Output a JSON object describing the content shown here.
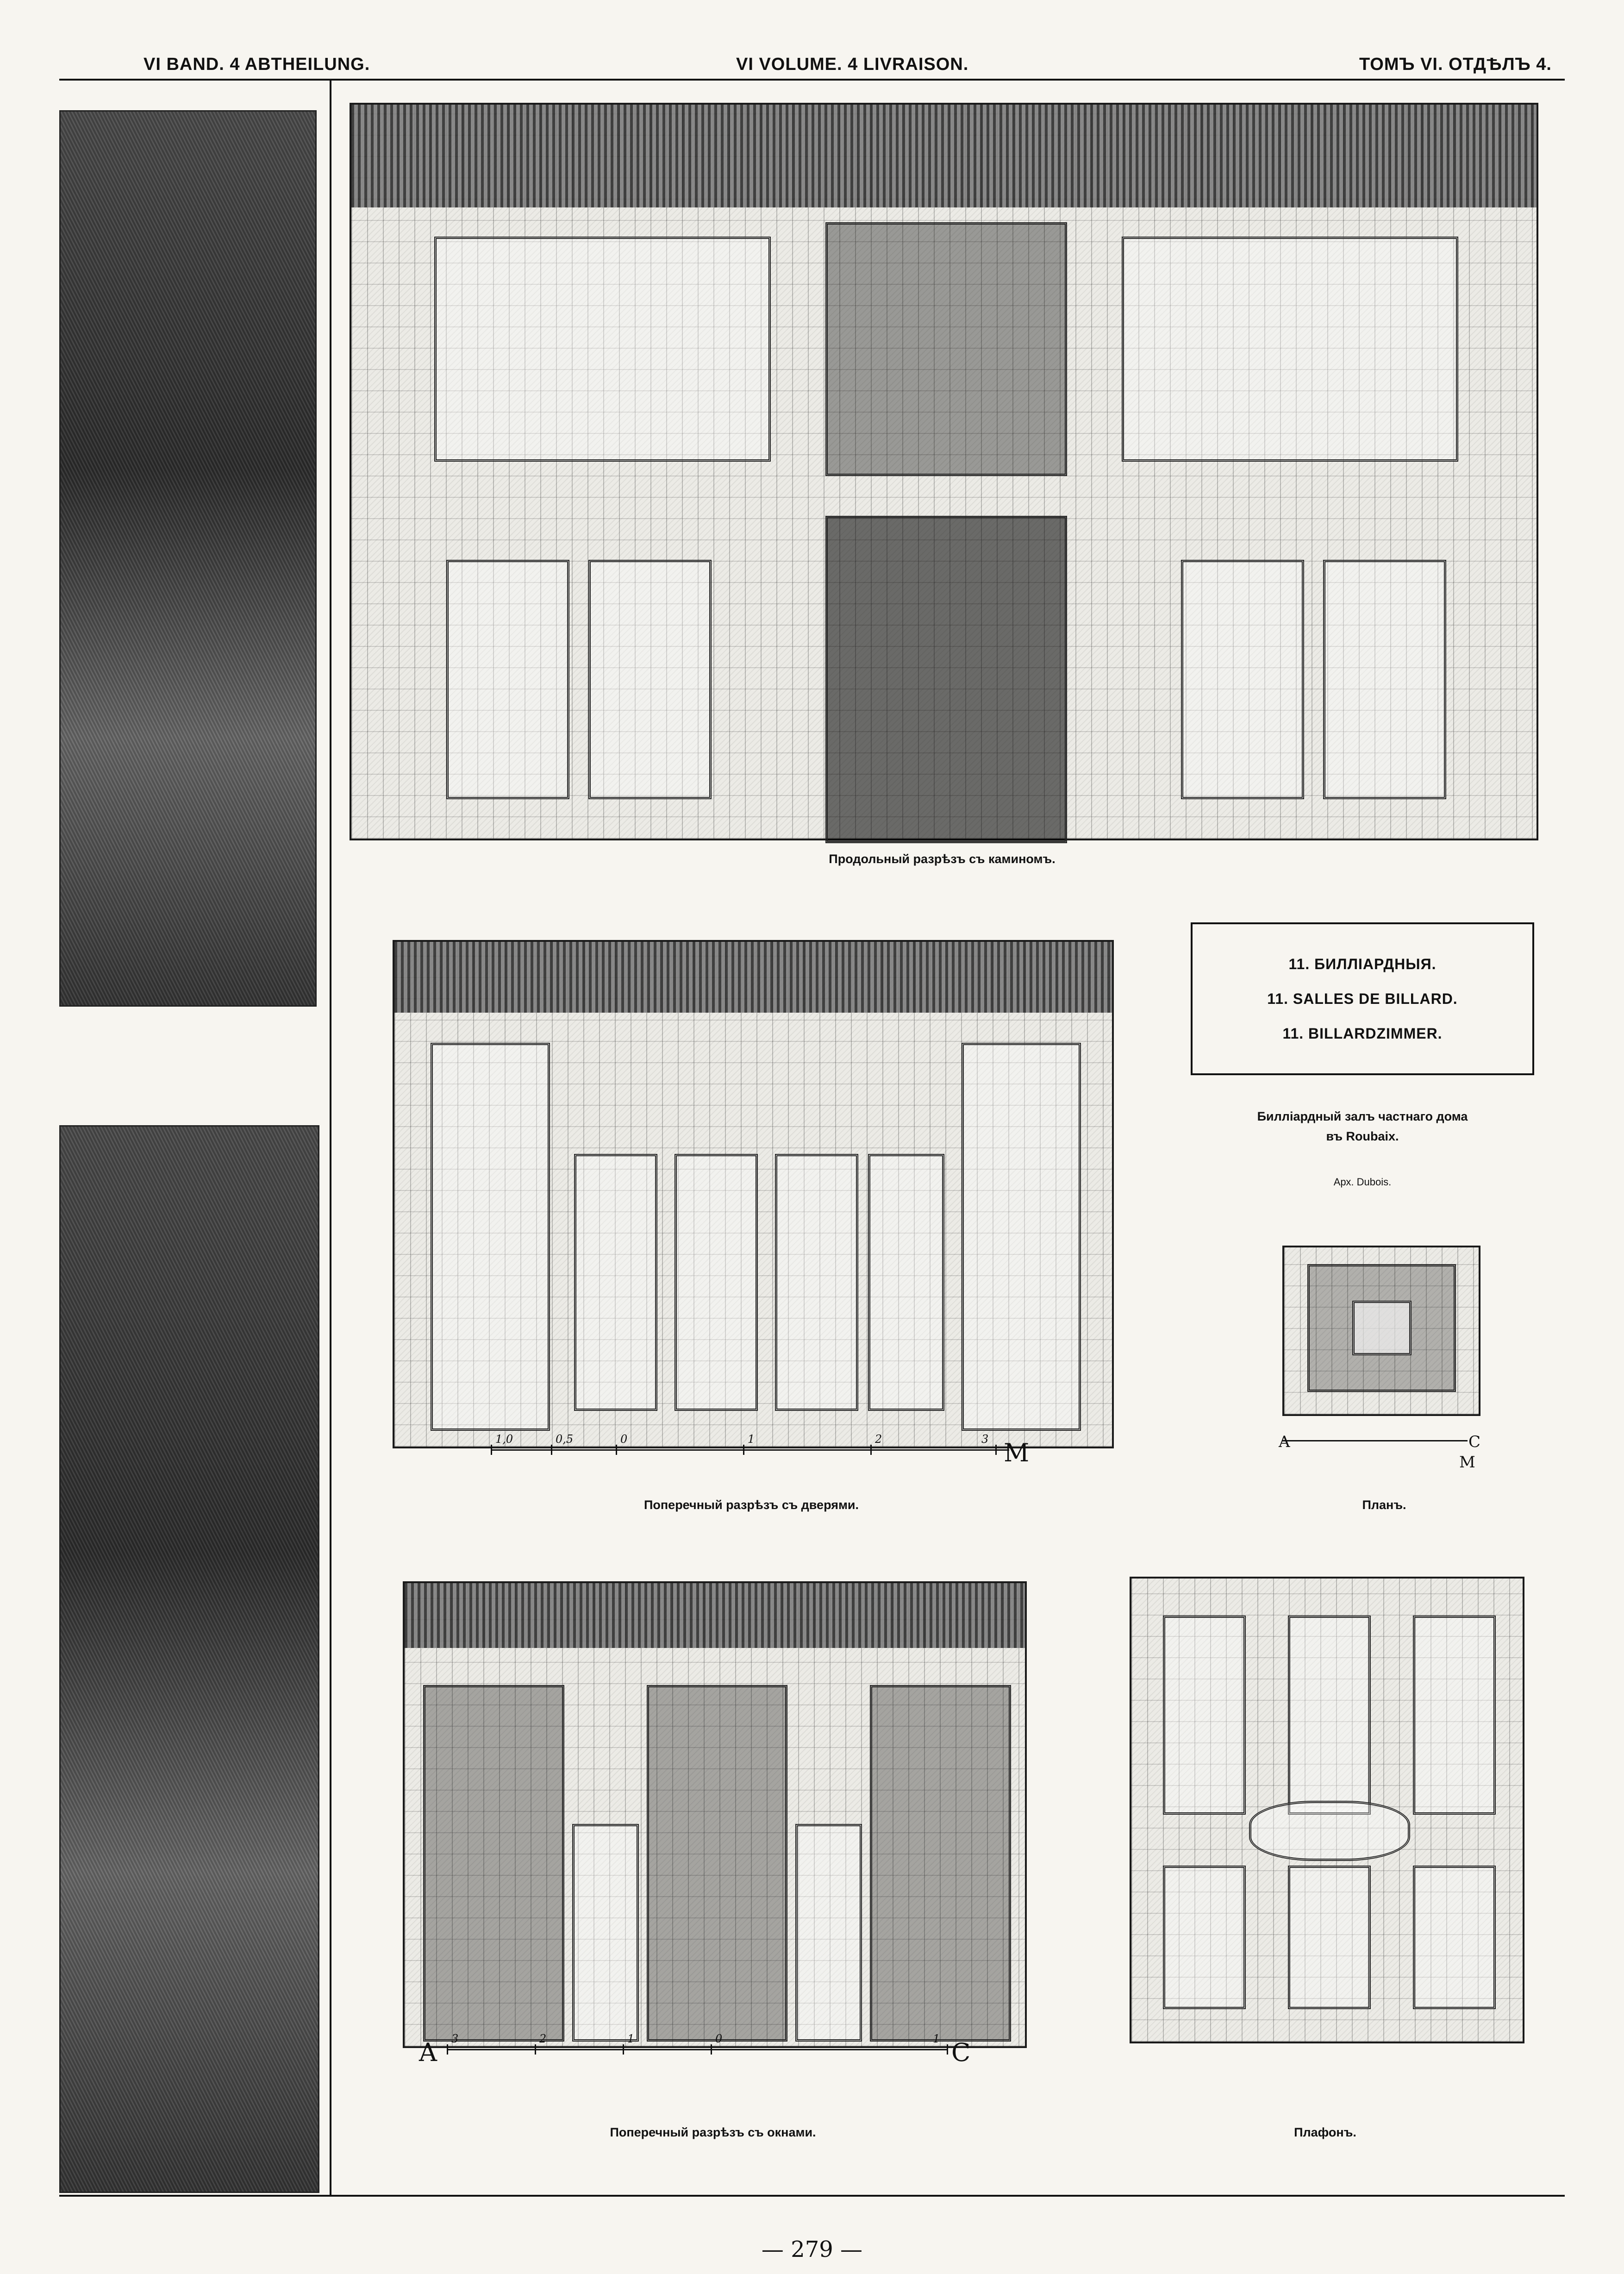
{
  "header": {
    "left": "VI BAND. 4 ABTHEILUNG.",
    "center": "VI VOLUME. 4 LIVRAISON.",
    "right": "ТОМЪ VI. ОТДѢЛЪ 4."
  },
  "captions": {
    "fireplace_section": "Продольный разрѣзъ съ каминомъ.",
    "door_section": "Поперечный разрѣзъ съ дверями.",
    "plan": "Планъ.",
    "window_section": "Поперечный разрѣзъ съ окнами.",
    "ceiling": "Плафонъ."
  },
  "title_box": {
    "ru": "11. БИЛЛІАРДНЫЯ.",
    "fr": "11. SALLES DE BILLARD.",
    "de": "11. BILLARDZIMMER."
  },
  "description": {
    "line1": "Билліардный залъ частнаго дома",
    "line2": "въ Roubaix.",
    "architect": "Арх. Dubois."
  },
  "scale_door": {
    "labels": [
      "1,0",
      "0,5",
      "0",
      "1",
      "2",
      "3"
    ],
    "unit": "M"
  },
  "scale_window": {
    "labels": [
      "3",
      "2",
      "1",
      "0",
      "1"
    ],
    "start": "A",
    "end": "C"
  },
  "scale_plan": {
    "start": "A",
    "end": "C",
    "unit": "M"
  },
  "page_number": "— 279 —"
}
